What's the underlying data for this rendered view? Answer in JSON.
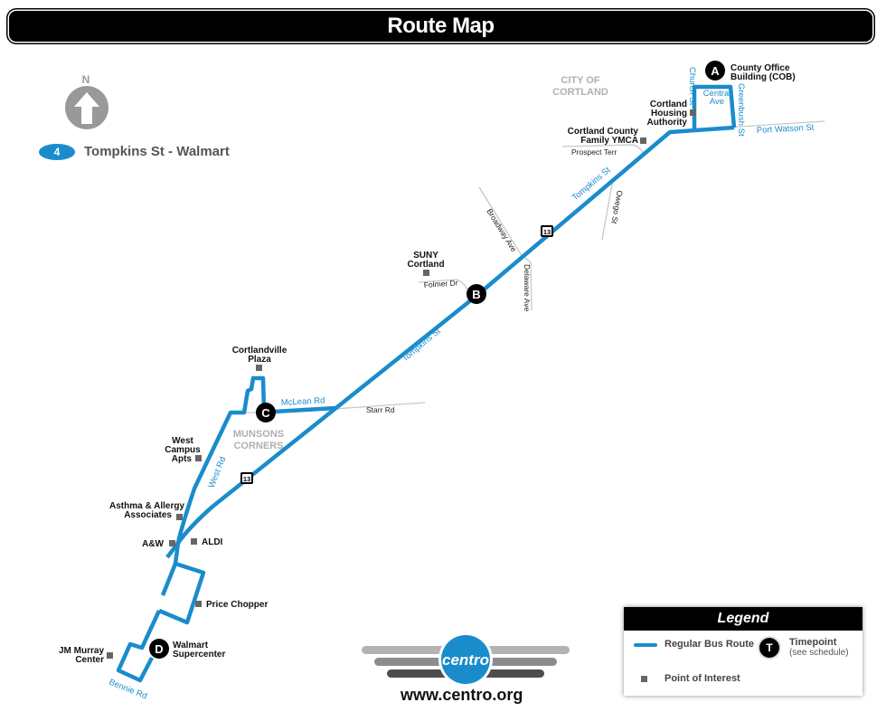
{
  "header": {
    "title": "Route Map"
  },
  "compass": {
    "label": "N"
  },
  "route": {
    "number": "4",
    "name": "Tompkins St - Walmart",
    "color": "#1a8ccc"
  },
  "areas": {
    "city_line1": "CITY OF",
    "city_line2": "CORTLAND",
    "munsons_line1": "MUNSONS",
    "munsons_line2": "CORNERS"
  },
  "timepoints": [
    {
      "letter": "A",
      "label_line1": "County Office",
      "label_line2": "Building (COB)"
    },
    {
      "letter": "B",
      "label_line1": "",
      "label_line2": ""
    },
    {
      "letter": "C",
      "label_line1": "",
      "label_line2": ""
    },
    {
      "letter": "D",
      "label_line1": "Walmart",
      "label_line2": "Supercenter"
    }
  ],
  "pois": {
    "housing": [
      "Cortland",
      "Housing",
      "Authority"
    ],
    "ymca": [
      "Cortland County",
      "Family YMCA"
    ],
    "suny": [
      "SUNY",
      "Cortland"
    ],
    "plaza": [
      "Cortlandville",
      "Plaza"
    ],
    "west_campus": [
      "West",
      "Campus",
      "Apts"
    ],
    "asthma": [
      "Asthma & Allergy",
      "Associates"
    ],
    "aw": "A&W",
    "aldi": "ALDI",
    "price_chopper": "Price Chopper",
    "jm_murray": [
      "JM Murray",
      "Center"
    ]
  },
  "streets": {
    "church": "Church St",
    "central_1": "Central",
    "central_2": "Ave",
    "greenbush": "Greenbush St",
    "port_watson": "Port Watson St",
    "prospect": "Prospect Terr",
    "tompkins_upper": "Tompkins St",
    "tompkins_lower": "Tompkins St",
    "owego": "Owego St",
    "broadway": "Broadway Ave",
    "delaware": "Delaware Ave",
    "folmer": "Folmer Dr",
    "mclean": "McLean Rd",
    "starr": "Starr Rd",
    "west_rd": "West Rd",
    "bennie": "Bennie Rd",
    "route_shield": "13"
  },
  "logo": {
    "wordmark": "centro",
    "website": "www.centro.org"
  },
  "legend": {
    "title": "Legend",
    "route_label": "Regular Bus Route",
    "timepoint_letter": "T",
    "timepoint_label": "Timepoint",
    "timepoint_sub": "(see schedule)",
    "poi_label": "Point of Interest"
  }
}
